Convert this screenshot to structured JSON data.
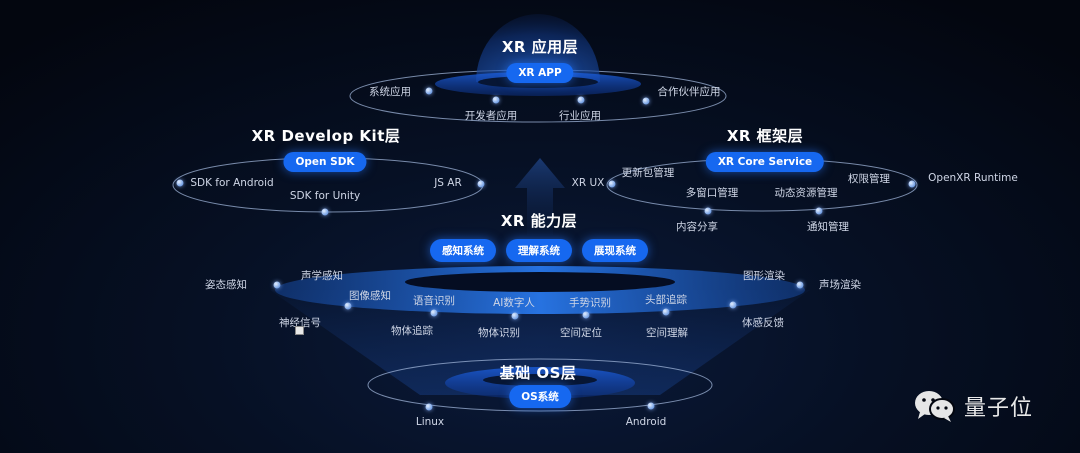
{
  "layers": {
    "app": {
      "title": "XR 应用层",
      "pill": "XR APP",
      "items": [
        "系统应用",
        "开发者应用",
        "行业应用",
        "合作伙伴应用"
      ]
    },
    "devkit": {
      "title": "XR Develop Kit层",
      "pill": "Open SDK",
      "items": [
        "SDK for Android",
        "SDK for Unity",
        "JS AR"
      ]
    },
    "framework": {
      "title": "XR 框架层",
      "pill": "XR Core Service",
      "items": [
        "XR UX",
        "更新包管理",
        "多窗口管理",
        "内容分享",
        "动态资源管理",
        "通知管理",
        "权限管理",
        "OpenXR Runtime"
      ]
    },
    "capability": {
      "title": "XR 能力层",
      "pills": [
        "感知系统",
        "理解系统",
        "展现系统"
      ],
      "items": [
        "姿态感知",
        "声学感知",
        "图像感知",
        "神经信号",
        "语音识别",
        "物体追踪",
        "AI数字人",
        "物体识别",
        "手势识别",
        "空间定位",
        "头部追踪",
        "空间理解",
        "图形渲染",
        "体感反馈",
        "声场渲染"
      ]
    },
    "os": {
      "title": "基础 OS层",
      "pill": "OS系统",
      "items": [
        "Linux",
        "Android"
      ]
    }
  },
  "watermark": {
    "icon": "wechat-icon",
    "text": "量子位"
  },
  "colors": {
    "accent": "#1668f0",
    "background": "#03060f",
    "ring": "#1a5fd0"
  }
}
